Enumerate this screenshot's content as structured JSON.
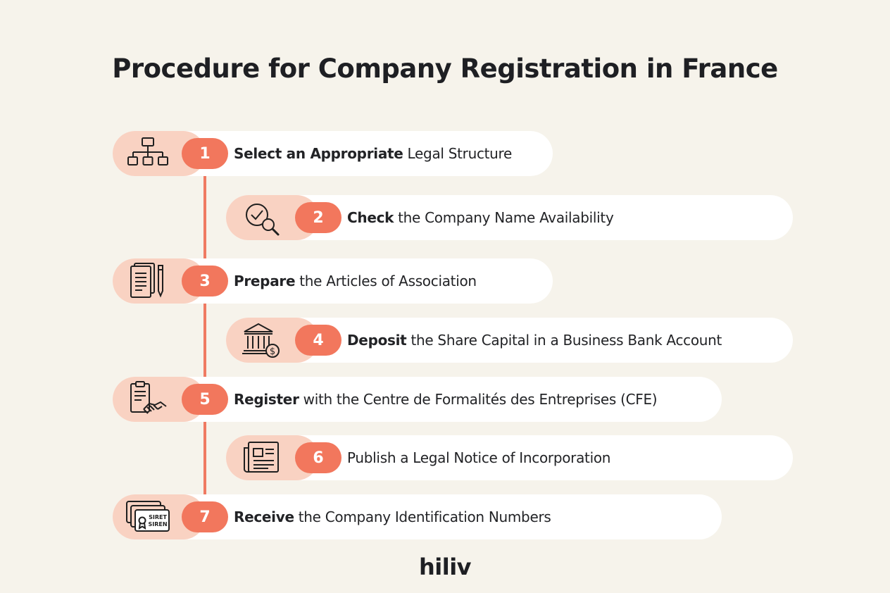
{
  "title": "Procedure for Company Registration in France",
  "brand": "hiliv",
  "colors": {
    "accent": "#f2775d",
    "icon_bg": "#f9d2c2",
    "background": "#f6f3eb"
  },
  "steps": [
    {
      "number": "1",
      "bold": "Select an Appropriate",
      "rest": "Legal Structure",
      "icon": "org-chart-icon"
    },
    {
      "number": "2",
      "bold": "Check",
      "rest": "the Company Name Availability",
      "icon": "check-search-icon"
    },
    {
      "number": "3",
      "bold": "Prepare",
      "rest": "the Articles of Association",
      "icon": "document-pen-icon"
    },
    {
      "number": "4",
      "bold": "Deposit",
      "rest": "the Share Capital in a Business Bank Account",
      "icon": "bank-dollar-icon"
    },
    {
      "number": "5",
      "bold": "Register",
      "rest": "with the Centre de Formalités des Entreprises (CFE)",
      "icon": "clipboard-handshake-icon"
    },
    {
      "number": "6",
      "bold": "",
      "rest": "Publish a Legal Notice of Incorporation",
      "icon": "newspaper-icon"
    },
    {
      "number": "7",
      "bold": "Receive",
      "rest": "the Company Identification Numbers",
      "icon": "id-cards-icon",
      "icon_text": [
        "SIRET",
        "SIREN"
      ]
    }
  ]
}
